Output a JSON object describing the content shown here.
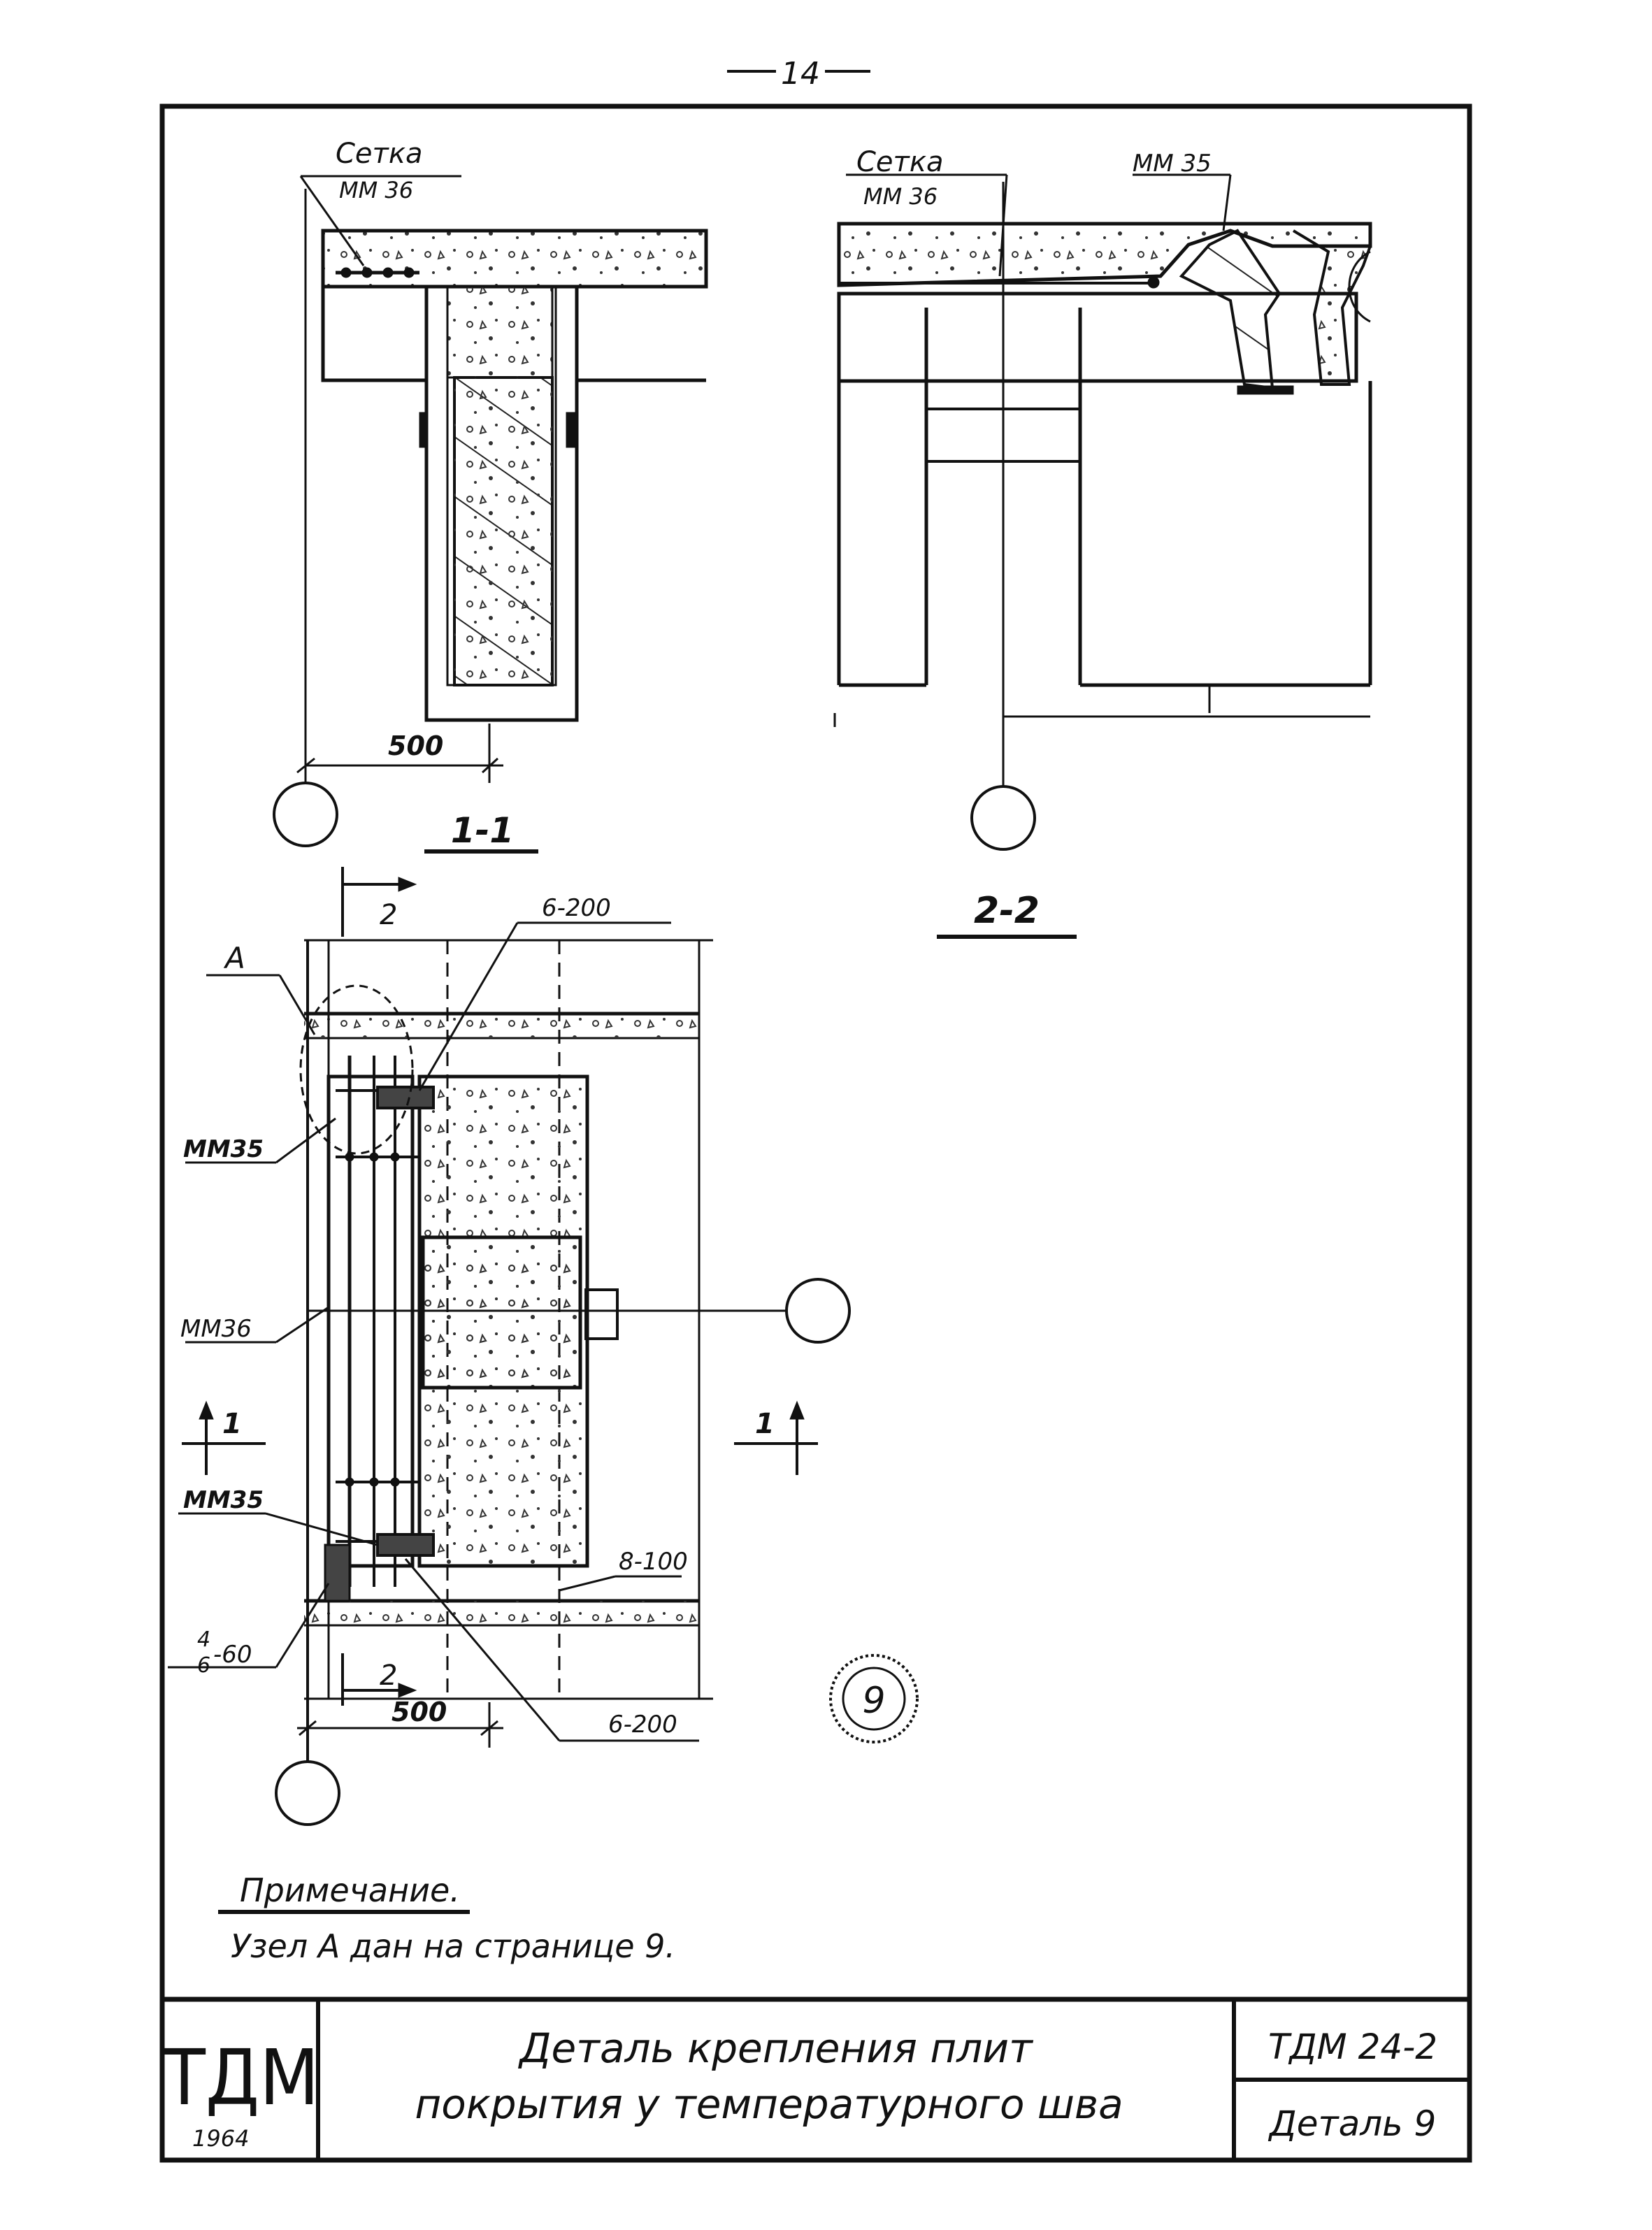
{
  "page_number": "14",
  "section_1_1": {
    "title": "1-1",
    "mesh_label": "Сетка",
    "mesh_mark": "ММ 36",
    "dim": "500"
  },
  "section_2_2": {
    "title": "2-2",
    "mesh_label": "Сетка",
    "mesh_mark": "ММ 36",
    "anchor_mark": "ММ 35"
  },
  "plan": {
    "section_mark_2": "2",
    "section_mark_1": "1",
    "node_label": "А",
    "label_mm35_top": "ММ35",
    "label_mm36": "ММ36",
    "label_mm35_bottom": "ММ35",
    "weld_top": "6-200",
    "weld_right": "8-100",
    "weld_left_num": "4",
    "weld_left_den": "6",
    "weld_left_len": "-60",
    "weld_bottom": "6-200",
    "dim": "500",
    "stamp": "9"
  },
  "note": {
    "title": "Примечание.",
    "text": "Узел А дан на странице 9."
  },
  "title_block": {
    "logo": "ТДМ",
    "year": "1964",
    "title_line1": "Деталь крепления плит",
    "title_line2": "покрытия у температурного шва",
    "code": "ТДМ 24-2",
    "detail": "Деталь 9"
  }
}
